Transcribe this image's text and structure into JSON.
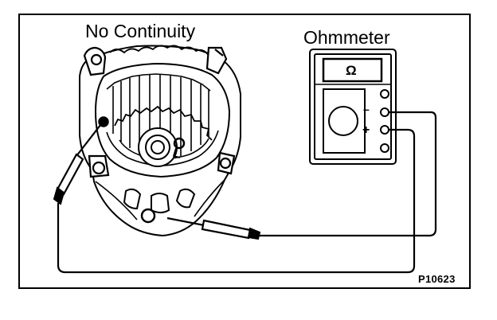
{
  "labels": {
    "title": "No Continuity",
    "meter_name": "Ohmmeter",
    "meter_symbol": "Ω",
    "terminal_negative": "–",
    "terminal_positive": "+",
    "figure_code": "P10623"
  },
  "icons": {
    "alternator": "alternator-housing-icon",
    "meter": "ohmmeter-icon",
    "probe": "test-probe-icon"
  },
  "colors": {
    "line": "#000000",
    "background": "#ffffff"
  }
}
